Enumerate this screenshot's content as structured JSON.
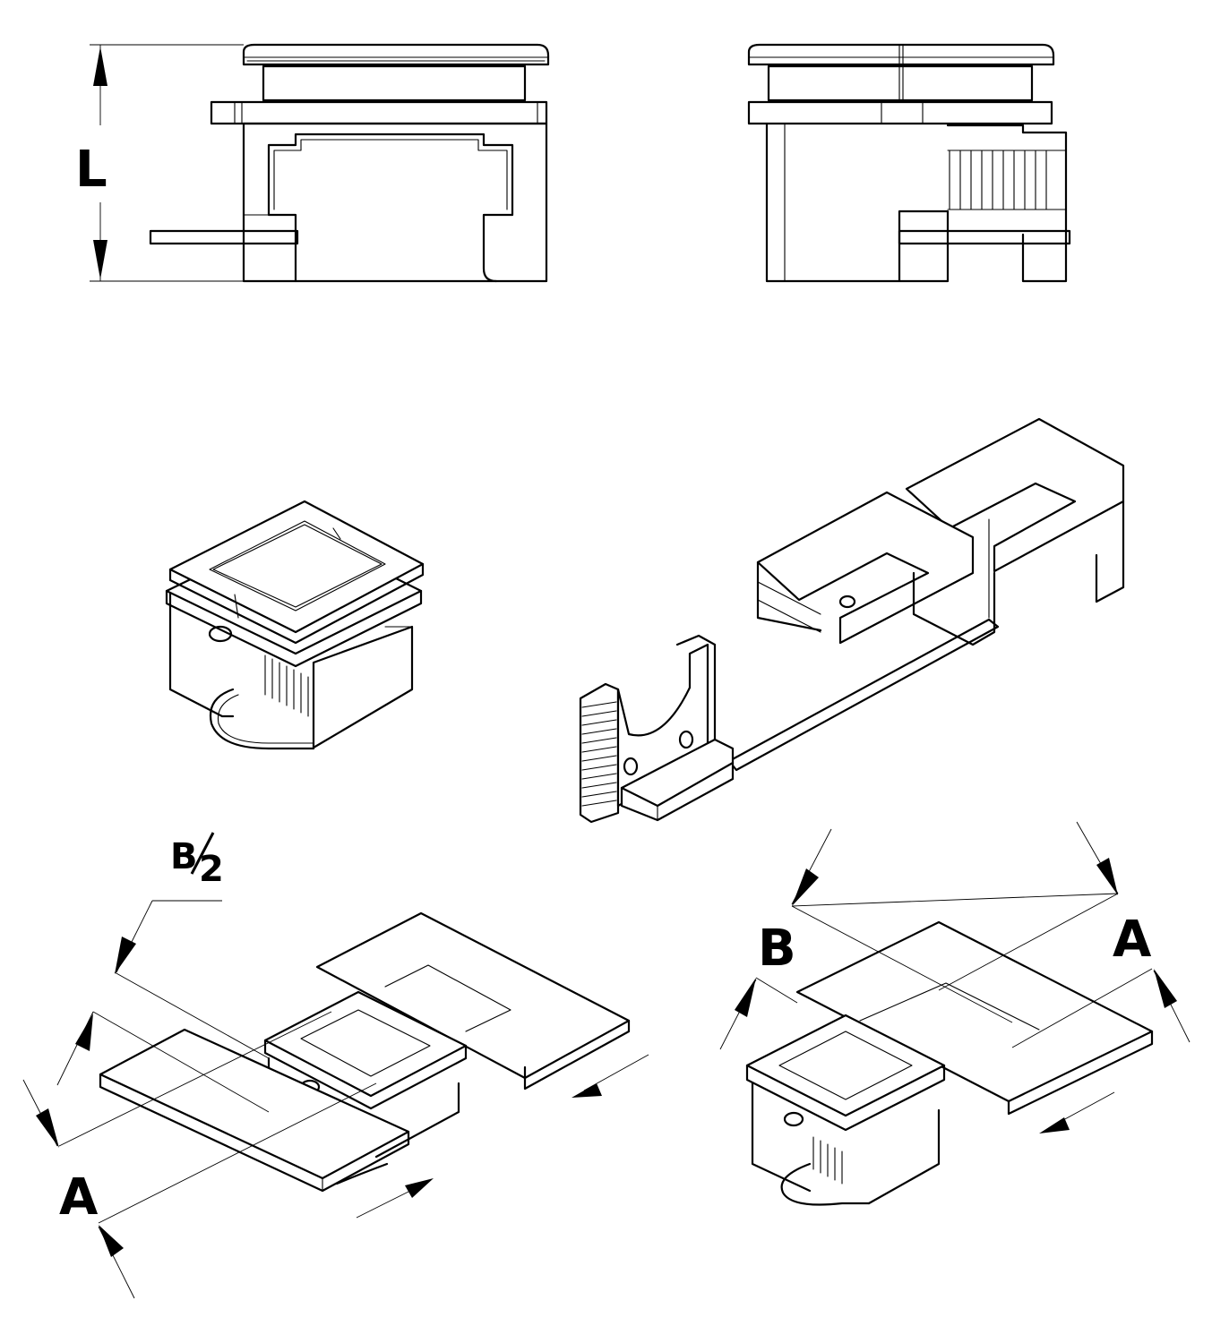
{
  "dimension_labels": {
    "length": "L",
    "half_width": "B",
    "half_width_denominator": "2",
    "width": "B",
    "height_left": "A",
    "height_right": "A"
  }
}
